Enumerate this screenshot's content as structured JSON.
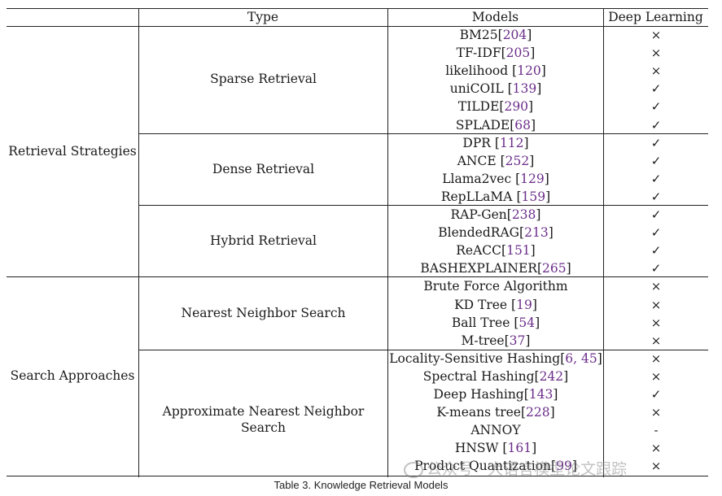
{
  "headers": {
    "type": "Type",
    "models": "Models",
    "deep_learning": "Deep Learning"
  },
  "groups": [
    {
      "label": "Retrieval Strategies",
      "subgroups": [
        {
          "label": "Sparse Retrieval",
          "rows": [
            {
              "name": "BM25",
              "sep": "",
              "refs": "204",
              "dl": "×"
            },
            {
              "name": "TF-IDF",
              "sep": "",
              "refs": "205",
              "dl": "×"
            },
            {
              "name": "likelihood",
              "sep": " ",
              "refs": "120",
              "dl": "×"
            },
            {
              "name": "uniCOIL",
              "sep": " ",
              "refs": "139",
              "dl": "✓"
            },
            {
              "name": "TILDE",
              "sep": "",
              "refs": "290",
              "dl": "✓"
            },
            {
              "name": "SPLADE",
              "sep": "",
              "refs": "68",
              "dl": "✓"
            }
          ]
        },
        {
          "label": "Dense Retrieval",
          "rows": [
            {
              "name": "DPR",
              "sep": " ",
              "refs": "112",
              "dl": "✓"
            },
            {
              "name": "ANCE",
              "sep": " ",
              "refs": "252",
              "dl": "✓"
            },
            {
              "name": "Llama2vec",
              "sep": " ",
              "refs": "129",
              "dl": "✓"
            },
            {
              "name": "RepLLaMA",
              "sep": " ",
              "refs": "159",
              "dl": "✓"
            }
          ]
        },
        {
          "label": "Hybrid Retrieval",
          "rows": [
            {
              "name": "RAP-Gen",
              "sep": "",
              "refs": "238",
              "dl": "✓"
            },
            {
              "name": "BlendedRAG",
              "sep": "",
              "refs": "213",
              "dl": "✓"
            },
            {
              "name": "ReACC",
              "sep": "",
              "refs": "151",
              "dl": "✓"
            },
            {
              "name": "BASHEXPLAINER",
              "sep": "",
              "refs": "265",
              "dl": "✓"
            }
          ]
        }
      ]
    },
    {
      "label": "Search Approaches",
      "subgroups": [
        {
          "label": "Nearest Neighbor Search",
          "rows": [
            {
              "name": "Brute Force Algorithm",
              "sep": "",
              "refs": "",
              "dl": "×"
            },
            {
              "name": "KD Tree",
              "sep": " ",
              "refs": "19",
              "dl": "×"
            },
            {
              "name": "Ball Tree",
              "sep": " ",
              "refs": "54",
              "dl": "×"
            },
            {
              "name": "M-tree",
              "sep": "",
              "refs": "37",
              "dl": "×"
            }
          ]
        },
        {
          "label": "Approximate Nearest Neighbor Search",
          "rows": [
            {
              "name": "Locality-Sensitive Hashing",
              "sep": "",
              "refs": "6, 45",
              "dl": "×"
            },
            {
              "name": "Spectral Hashing",
              "sep": "",
              "refs": "242",
              "dl": "×"
            },
            {
              "name": "Deep Hashing",
              "sep": "",
              "refs": "143",
              "dl": "✓"
            },
            {
              "name": "K-means tree",
              "sep": "",
              "refs": "228",
              "dl": "×"
            },
            {
              "name": "ANNOY",
              "sep": "",
              "refs": "",
              "dl": "-"
            },
            {
              "name": "HNSW",
              "sep": " ",
              "refs": "161",
              "dl": "×"
            },
            {
              "name": "Product Quantization",
              "sep": "",
              "refs": "99",
              "dl": "×"
            }
          ]
        }
      ]
    }
  ],
  "caption": "Table 3.  Knowledge Retrieval Models",
  "watermark": "公众号 · 大语言模型论文跟踪",
  "colors": {
    "ref_link": "#6b2d8a",
    "rule": "#222222"
  }
}
